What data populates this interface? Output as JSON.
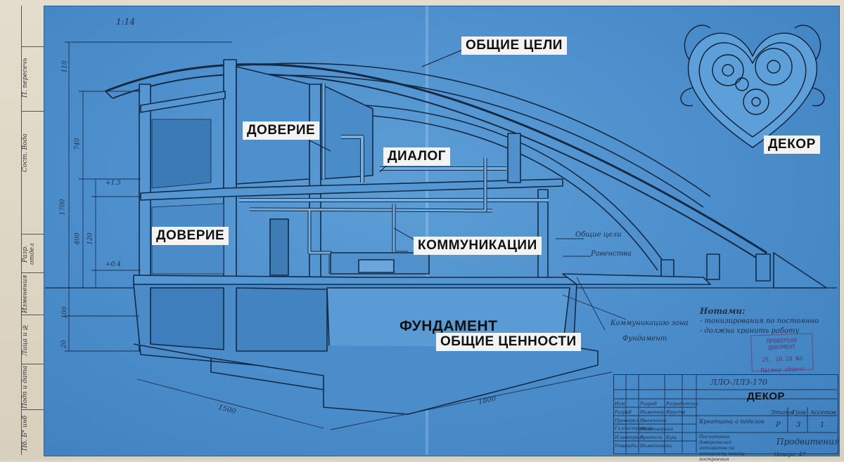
{
  "labels": {
    "shared_goals": "ОБЩИЕ ЦЕЛИ",
    "trust_upper": "ДОВЕРИЕ",
    "trust_lower": "ДОВЕРИЕ",
    "dialog": "ДИАЛОГ",
    "communications": "КОММУНИКАЦИИ",
    "foundation": "ФУНДАМЕНТ",
    "shared_values": "ОБЩИЕ ЦЕННОСТИ",
    "decor": "ДЕКОР"
  },
  "annotations": {
    "general_goals": "Общие цели",
    "equality": "Равенства",
    "comm_zone": "Коммуникацию зона",
    "foundation_note": "Фундамент",
    "notes_title": "Нотами:",
    "note_1": "- тонизирования по постоянно",
    "note_2": "- должна хранить работу"
  },
  "dimensions": {
    "left_width": "1500",
    "right_width": "1800",
    "height_total": "1700",
    "upper_dim": "740",
    "mid_dim": "400",
    "small_dim": "120",
    "top_dim": "110",
    "lower_dim": "100",
    "base_dim": "20",
    "level_1": "+1.5",
    "level_2": "+0.4"
  },
  "side_strip": [
    "П. пересечь",
    "Сост. Вода",
    "Разр. отдел",
    "Изменения",
    "Лица и №",
    "Подп и дата",
    "Пб. Б° инб"
  ],
  "stamp": {
    "line1": "ПРОВЕРЕНО ДОКУМЕНТ",
    "line2": "25. 16.20 №6",
    "line3": "Пасеку сболчт"
  },
  "title_block": {
    "code": "ЛЛО-ЛЛЗ-170",
    "title": "ДЕКОР",
    "subtitle": "Креатиона о поделок",
    "col_stage": "Этапов",
    "col_sheet": "Гров",
    "col_sheets": "Ассетов",
    "stage_value": "Р",
    "sheet_value": "3",
    "sheets_value": "1",
    "description": "Посчитание доверителей активитов по активному поиску построения",
    "signature": "Продвитения",
    "footer": "Нозорг. 47",
    "rows": [
      [
        "Изм",
        "Разраб",
        "Разработчик"
      ],
      [
        "Разраб",
        "Инженер",
        "Фрустр"
      ],
      [
        "Проверил",
        "Иванченко",
        ""
      ],
      [
        "Гл.конструктор",
        "Инженерный",
        ""
      ],
      [
        "Н.контроль",
        "Рукопаль",
        "Кущ"
      ],
      [
        "Утвердил",
        "Инженерски",
        ""
      ]
    ]
  },
  "corner_mark": "1:14"
}
